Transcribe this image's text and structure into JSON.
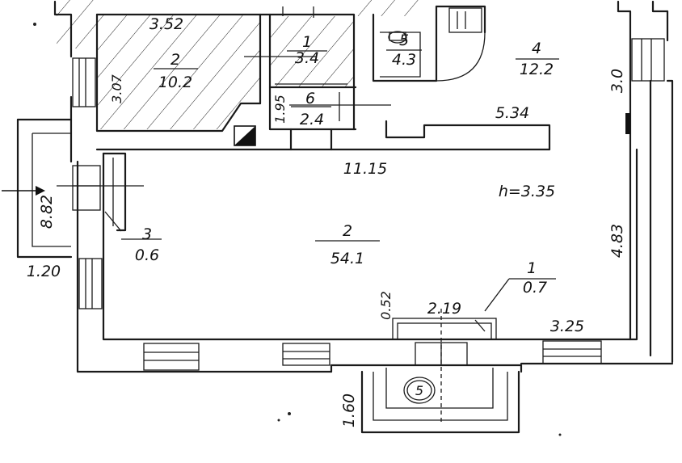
{
  "rooms": {
    "r2_small": {
      "num": "2",
      "area": "10.2"
    },
    "r1_small": {
      "num": "1",
      "area": "3.4"
    },
    "r6": {
      "num": "6",
      "area": "2.4"
    },
    "r5": {
      "num": "5",
      "area": "4.3"
    },
    "r4": {
      "num": "4",
      "area": "12.2"
    },
    "r3": {
      "num": "3",
      "area": "0.6"
    },
    "r2_main": {
      "num": "2",
      "area": "54.1"
    },
    "r1_tiny": {
      "num": "1",
      "area": "0.7"
    }
  },
  "dimensions": {
    "top_352": "3.52",
    "v_307": "3.07",
    "v_195": "1.95",
    "d_534": "5.34",
    "v_30": "3.0",
    "d_1115": "11.15",
    "height": "h=3.35",
    "v_882": "8.82",
    "d_120": "1.20",
    "v_483": "4.83",
    "v_052": "0.52",
    "d_219": "2.19",
    "d_325": "3.25",
    "v_160": "1.60"
  },
  "marks": {
    "porch_symbol": "5"
  }
}
